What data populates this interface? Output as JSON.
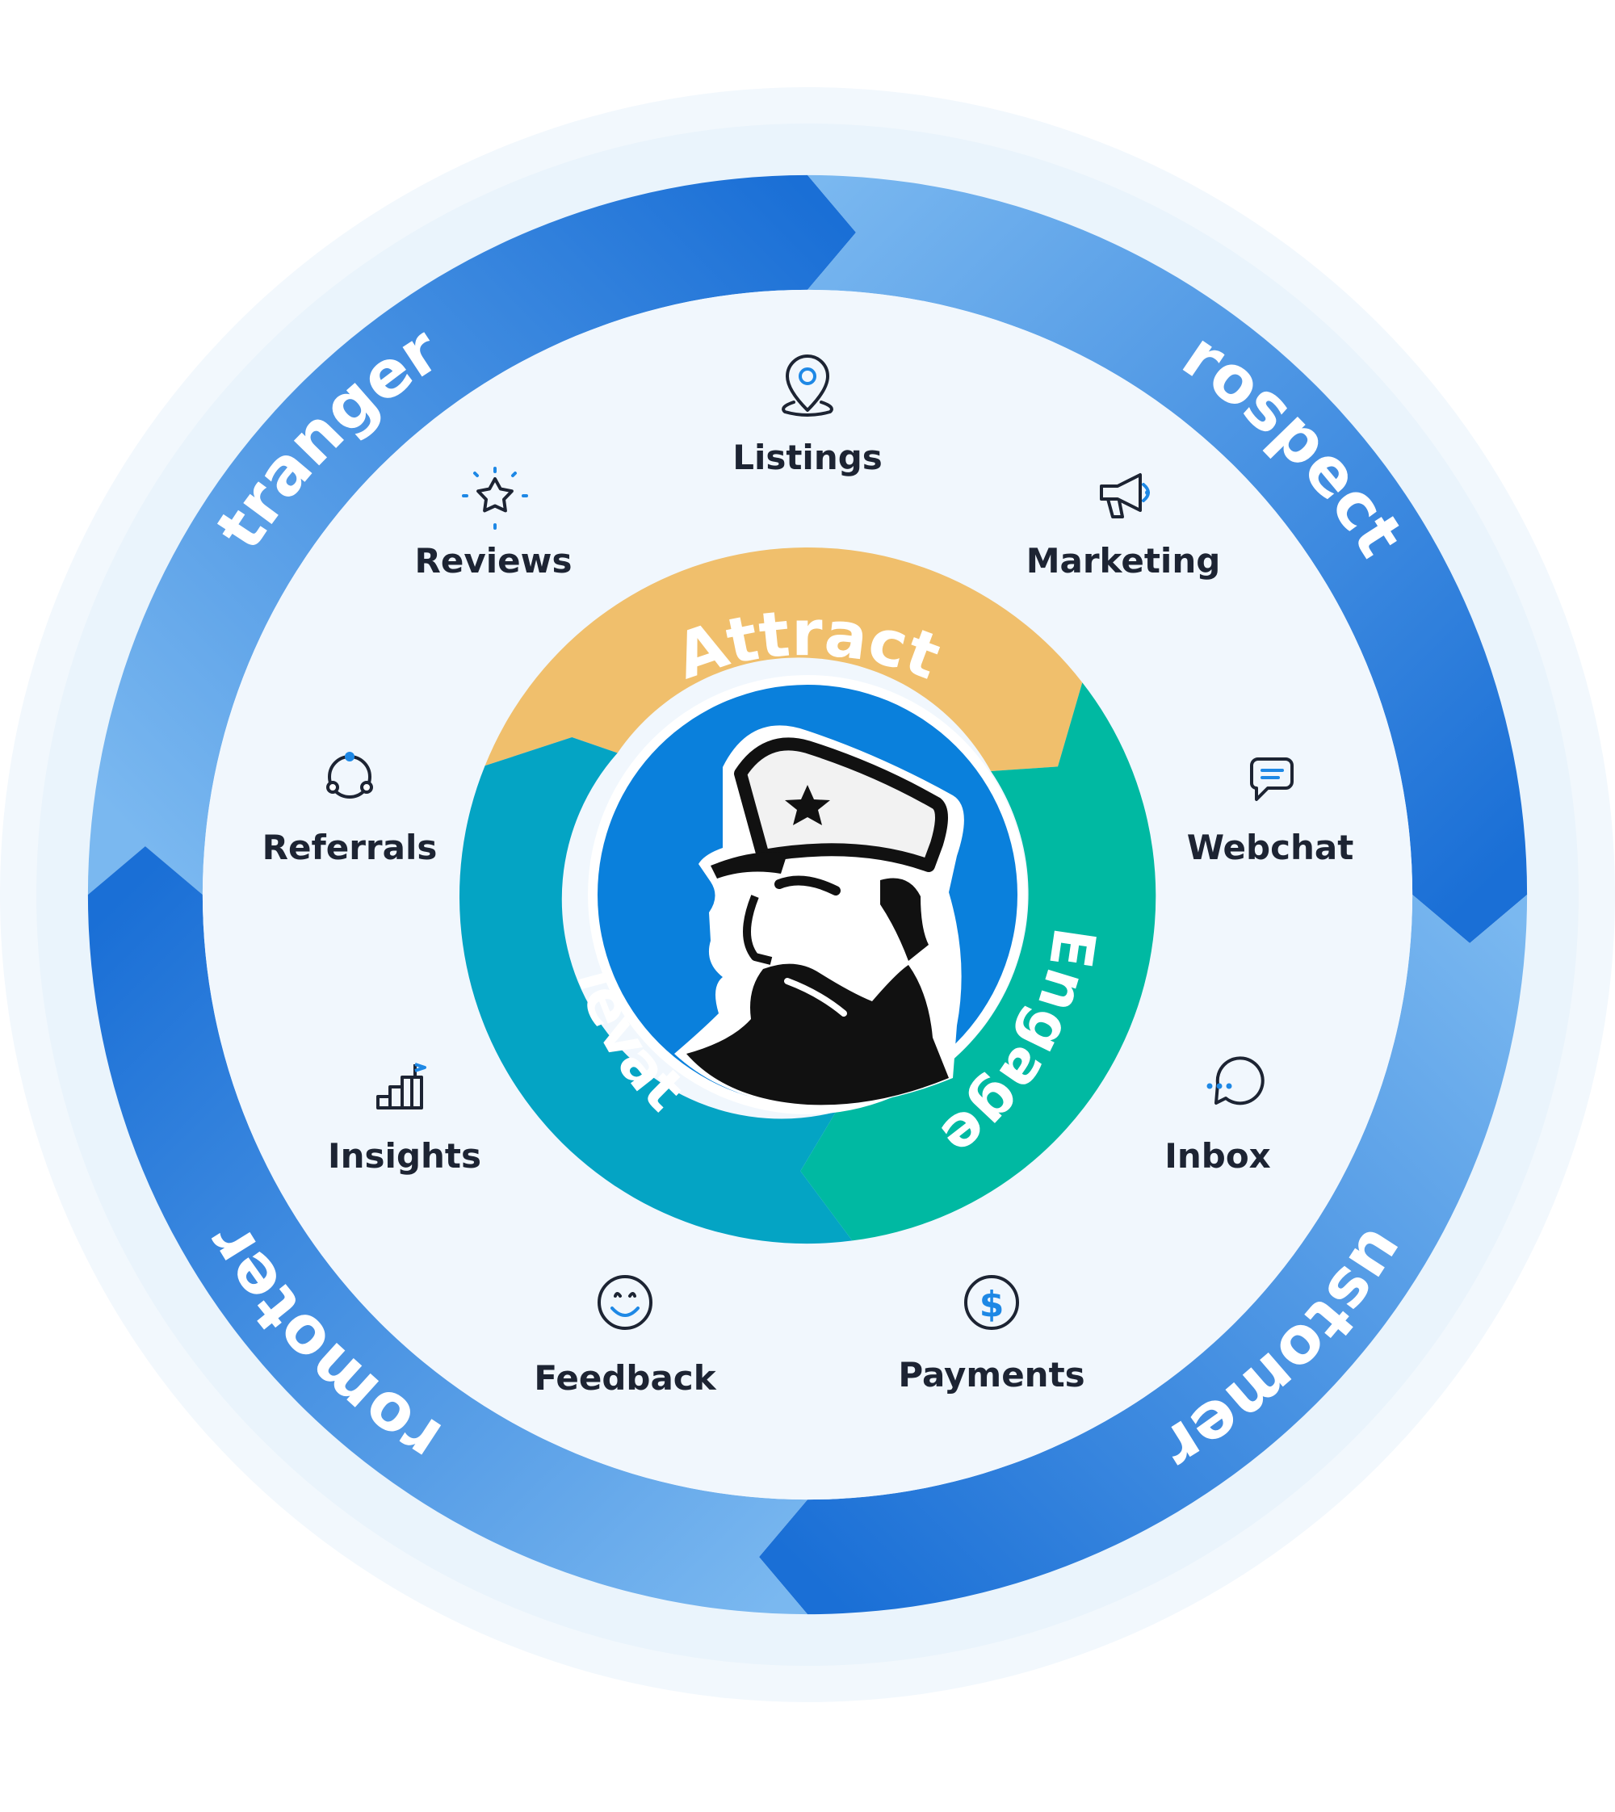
{
  "outer_stages": [
    {
      "id": "strangers",
      "label": "Strangers"
    },
    {
      "id": "prospects",
      "label": "Prospects"
    },
    {
      "id": "customers",
      "label": "Customers"
    },
    {
      "id": "promoters",
      "label": "Promoters"
    }
  ],
  "inner_stages": [
    {
      "id": "attract",
      "label": "Attract",
      "color": "#f0bf6c"
    },
    {
      "id": "engage",
      "label": "Engage",
      "color": "#00b9a2"
    },
    {
      "id": "elevate",
      "label": "Elevate",
      "color": "#04a4c4"
    }
  ],
  "features": [
    {
      "id": "listings",
      "label": "Listings",
      "icon": "map-pin-icon"
    },
    {
      "id": "marketing",
      "label": "Marketing",
      "icon": "megaphone-icon"
    },
    {
      "id": "webchat",
      "label": "Webchat",
      "icon": "chat-bubble-icon"
    },
    {
      "id": "inbox",
      "label": "Inbox",
      "icon": "message-dots-icon"
    },
    {
      "id": "payments",
      "label": "Payments",
      "icon": "dollar-coin-icon"
    },
    {
      "id": "feedback",
      "label": "Feedback",
      "icon": "smiley-icon"
    },
    {
      "id": "insights",
      "label": "Insights",
      "icon": "stairs-flag-icon"
    },
    {
      "id": "referrals",
      "label": "Referrals",
      "icon": "referral-network-icon"
    },
    {
      "id": "reviews",
      "label": "Reviews",
      "icon": "sparkle-star-icon"
    }
  ],
  "logo": {
    "name": "bearded-captain-logo"
  },
  "colors": {
    "ring_dark": "#1a6fd6",
    "ring_light": "#7ab8f0",
    "inner_background": "#f1f7fd",
    "halo": "#eaf4fc",
    "text_dark": "#1d2433",
    "icon_accent": "#1e88e5"
  }
}
